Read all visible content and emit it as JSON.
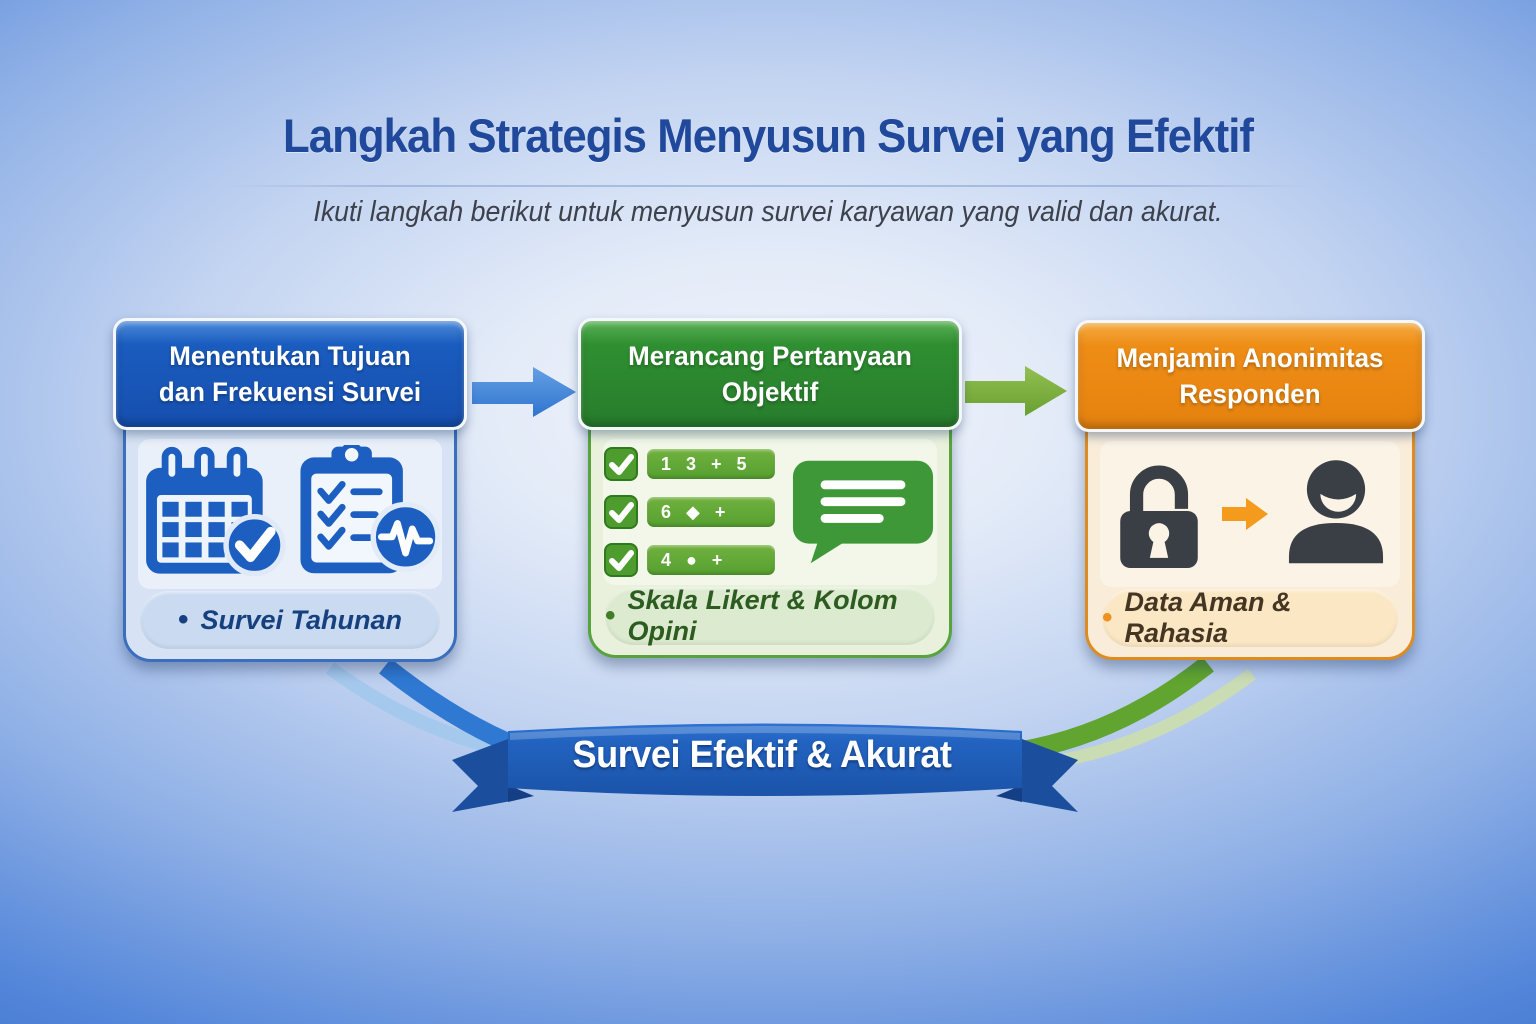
{
  "page": {
    "title": "Langkah Strategis Menyusun Survei yang Efektif",
    "subtitle": "Ikuti langkah berikut untuk menyusun survei karyawan yang valid dan akurat."
  },
  "cards": [
    {
      "title": "Menentukan Tujuan dan Frekuensi Survei",
      "footer": {
        "bullet": "•",
        "label": "Survei Tahunan"
      },
      "accent": "#1a5cbf",
      "icons": [
        "calendar-icon",
        "checkmark-badge-icon",
        "clipboard-checklist-icon",
        "pulse-badge-icon"
      ]
    },
    {
      "title": "Merancang Pertanyaan Objektif",
      "footer": {
        "bullet": "•",
        "label": "Skala Likert & Kolom Opini"
      },
      "accent": "#2f8f31",
      "checklist": [
        {
          "label": "1 3 + 5"
        },
        {
          "label": "6 ◆ +"
        },
        {
          "label": "4 ● +"
        }
      ],
      "icons": [
        "checkbox-check-icon",
        "speech-bubble-icon"
      ]
    },
    {
      "title": "Menjamin Anonimitas Responden",
      "footer": {
        "bullet": "•",
        "label": "Data Aman & Rahasia"
      },
      "accent": "#ee8d16",
      "icons": [
        "padlock-icon",
        "arrow-right-icon",
        "person-icon"
      ]
    }
  ],
  "ribbon": {
    "label": "Survei Efektif & Akurat"
  },
  "colors": {
    "background_edge": "#2a66c5",
    "background_center": "#f1f5fc",
    "title_text": "#20489b",
    "subtitle_text": "#3c414c",
    "blue_accent": "#1a5cbf",
    "green_accent": "#2f8f31",
    "orange_accent": "#ee8d16",
    "ribbon_blue": "#1f5cb4",
    "ribbon_tail_blue": "#1b4f9e",
    "dark_icon": "#3a3f46",
    "swoosh_light_blue": "#a5c9ec",
    "swoosh_blue": "#3079d2",
    "swoosh_green": "#61a42f",
    "swoosh_pale_green": "#cadcb4"
  }
}
